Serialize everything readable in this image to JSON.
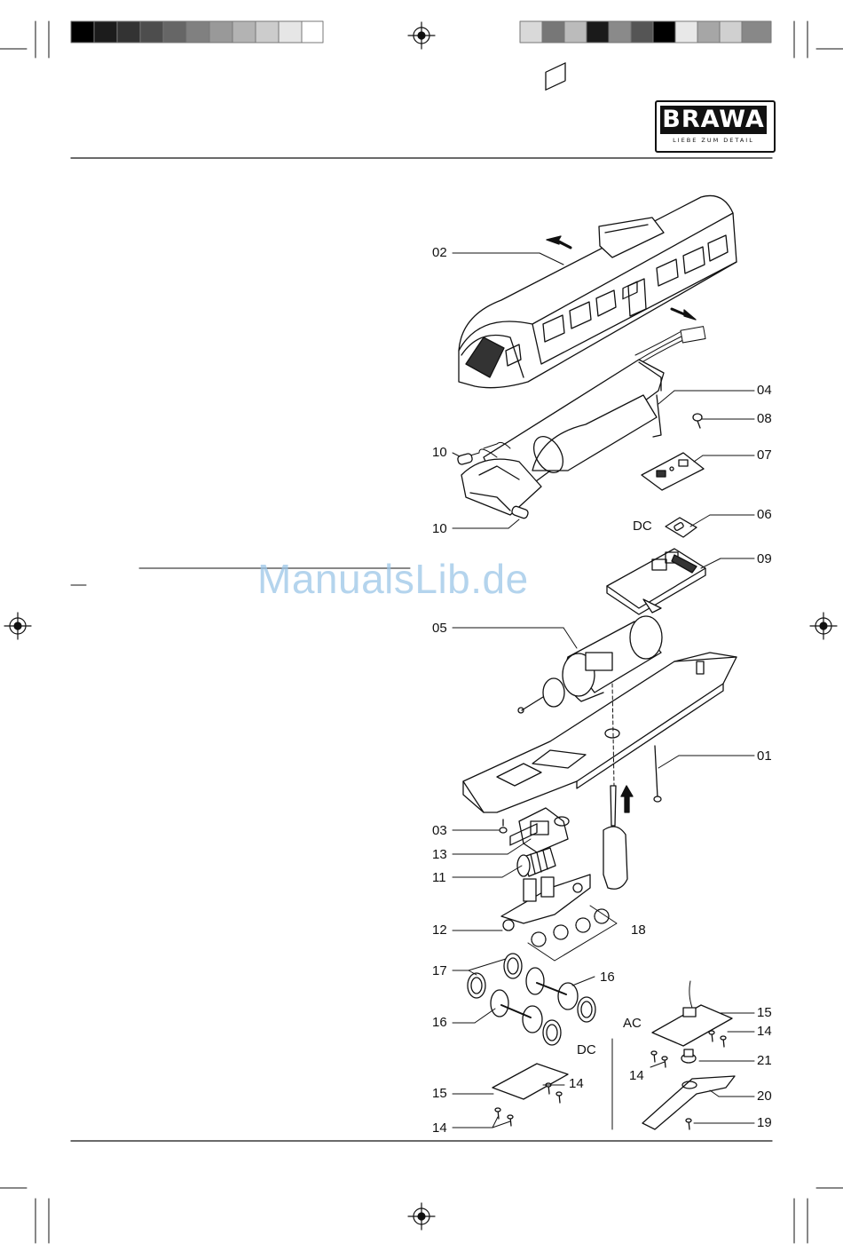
{
  "brand": {
    "logo_text": "BRAWA",
    "tagline": "LIEBE ZUM DETAIL"
  },
  "watermark": "ManualsLib.de",
  "parts": {
    "p02": "02",
    "p04": "04",
    "p08": "08",
    "p10a": "10",
    "p07": "07",
    "p10b": "10",
    "dc1": "DC",
    "p06": "06",
    "p09": "09",
    "p05": "05",
    "p01": "01",
    "p03": "03",
    "p13": "13",
    "p11": "11",
    "p12": "12",
    "p18": "18",
    "p17": "17",
    "p16a": "16",
    "p16b": "16",
    "p15a": "15",
    "ac": "AC",
    "p14a": "14",
    "dc2": "DC",
    "p21": "21",
    "p14b": "14",
    "p15b": "15",
    "p14c": "14",
    "p20": "20",
    "p14d": "14",
    "p19": "19"
  },
  "colors": {
    "ink": "#111111",
    "watermark": "#9cc6e8"
  }
}
